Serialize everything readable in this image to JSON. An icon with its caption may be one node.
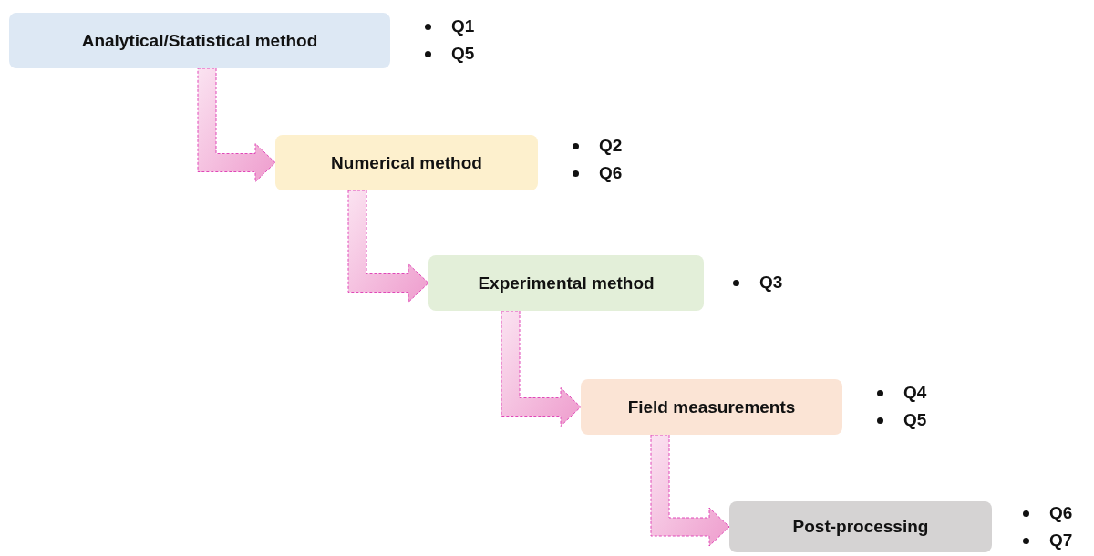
{
  "diagram": {
    "nodes": [
      {
        "text": [
          "Analytical/Statistical method"
        ],
        "beside": [
          "Q1",
          "Q5"
        ]
      },
      {
        "text": [
          "Numerical method"
        ],
        "beside": [
          "Q2",
          "Q6"
        ]
      },
      {
        "text": [
          "Experimental method"
        ],
        "beside": [
          "Q3"
        ]
      },
      {
        "text": [
          "Field measurements"
        ],
        "beside": [
          "Q4",
          "Q5"
        ]
      },
      {
        "text": [
          "Post-processing"
        ],
        "beside": [
          "Q6",
          "Q7"
        ]
      }
    ],
    "edges": [
      {
        "from": 0,
        "to": 1,
        "arrow": "to"
      },
      {
        "from": 1,
        "to": 2,
        "arrow": "to"
      },
      {
        "from": 2,
        "to": 3,
        "arrow": "to"
      },
      {
        "from": 3,
        "to": 4,
        "arrow": "to"
      }
    ]
  }
}
